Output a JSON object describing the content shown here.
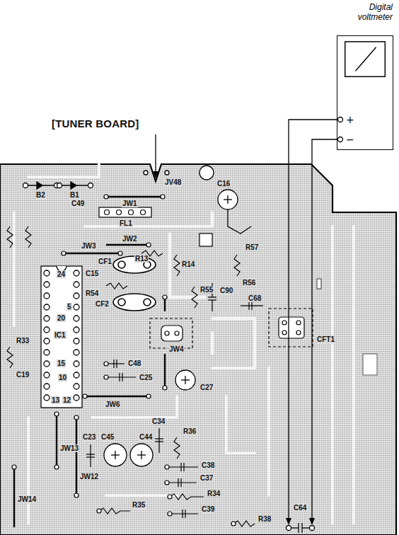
{
  "diagram": {
    "nodes": [
      {
        "text": [
          "Digital voltmeter",
          "+",
          "−"
        ]
      }
    ],
    "labels": [
      "[TUNER BOARD]",
      "JV48",
      "C16",
      "B2",
      "B1",
      "JW1",
      "C49",
      "FL1",
      "R57",
      "JW3",
      "R13",
      "JW2",
      "C15",
      "CF1",
      "R54",
      "CF2",
      "R14",
      "R55",
      "C90",
      "R56",
      "C68",
      "CFT1",
      "IC1",
      "24",
      "20",
      "5",
      "15",
      "10",
      "13",
      "12",
      "R33",
      "C19",
      "JW6",
      "C48",
      "C25",
      "C27",
      "C45",
      "C44",
      "C23",
      "JW13",
      "JW12",
      "JW14",
      "C38",
      "C37",
      "R34",
      "C39",
      "R35",
      "R38",
      "C64",
      "R36",
      "C34",
      "JW4"
    ]
  }
}
